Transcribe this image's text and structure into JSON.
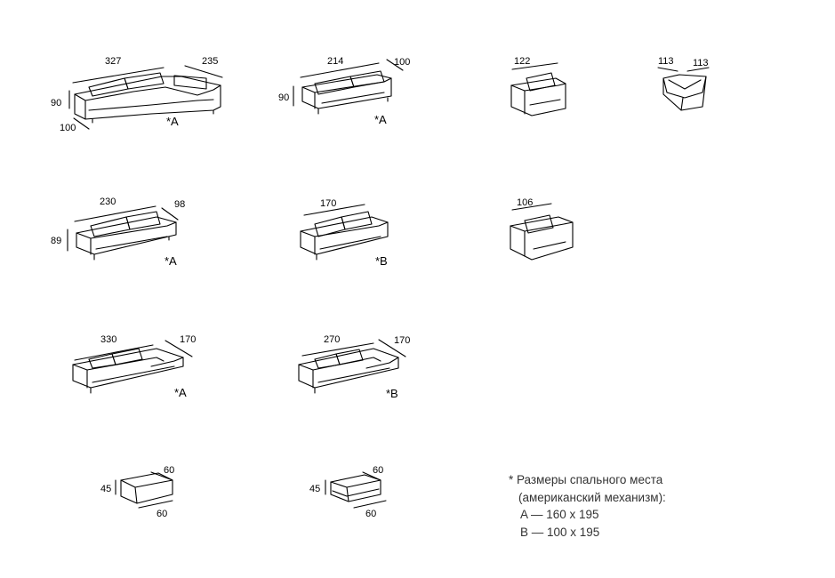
{
  "models": {
    "corner": {
      "w1": "327",
      "w2": "235",
      "h": "90",
      "d": "100",
      "mark": "*A"
    },
    "sofa214": {
      "w": "214",
      "d": "100",
      "h": "90",
      "mark": "*A"
    },
    "armchair122": {
      "w": "122"
    },
    "corner113": {
      "a": "113",
      "b": "113"
    },
    "sofa230": {
      "w": "230",
      "d": "98",
      "h": "89",
      "mark": "*A"
    },
    "sofa170": {
      "w": "170",
      "mark": "*B"
    },
    "armchair106": {
      "w": "106"
    },
    "chaise330": {
      "w": "330",
      "d": "170",
      "mark": "*A"
    },
    "chaise270": {
      "w": "270",
      "d": "170",
      "mark": "*B"
    },
    "pouf1": {
      "h": "45",
      "a": "60",
      "b": "60"
    },
    "pouf2": {
      "h": "45",
      "a": "60",
      "b": "60"
    }
  },
  "note": {
    "line1": "* Размеры спального места",
    "line2": "(американский механизм):",
    "line3": "A — 160 x 195",
    "line4": "B — 100 x 195"
  }
}
